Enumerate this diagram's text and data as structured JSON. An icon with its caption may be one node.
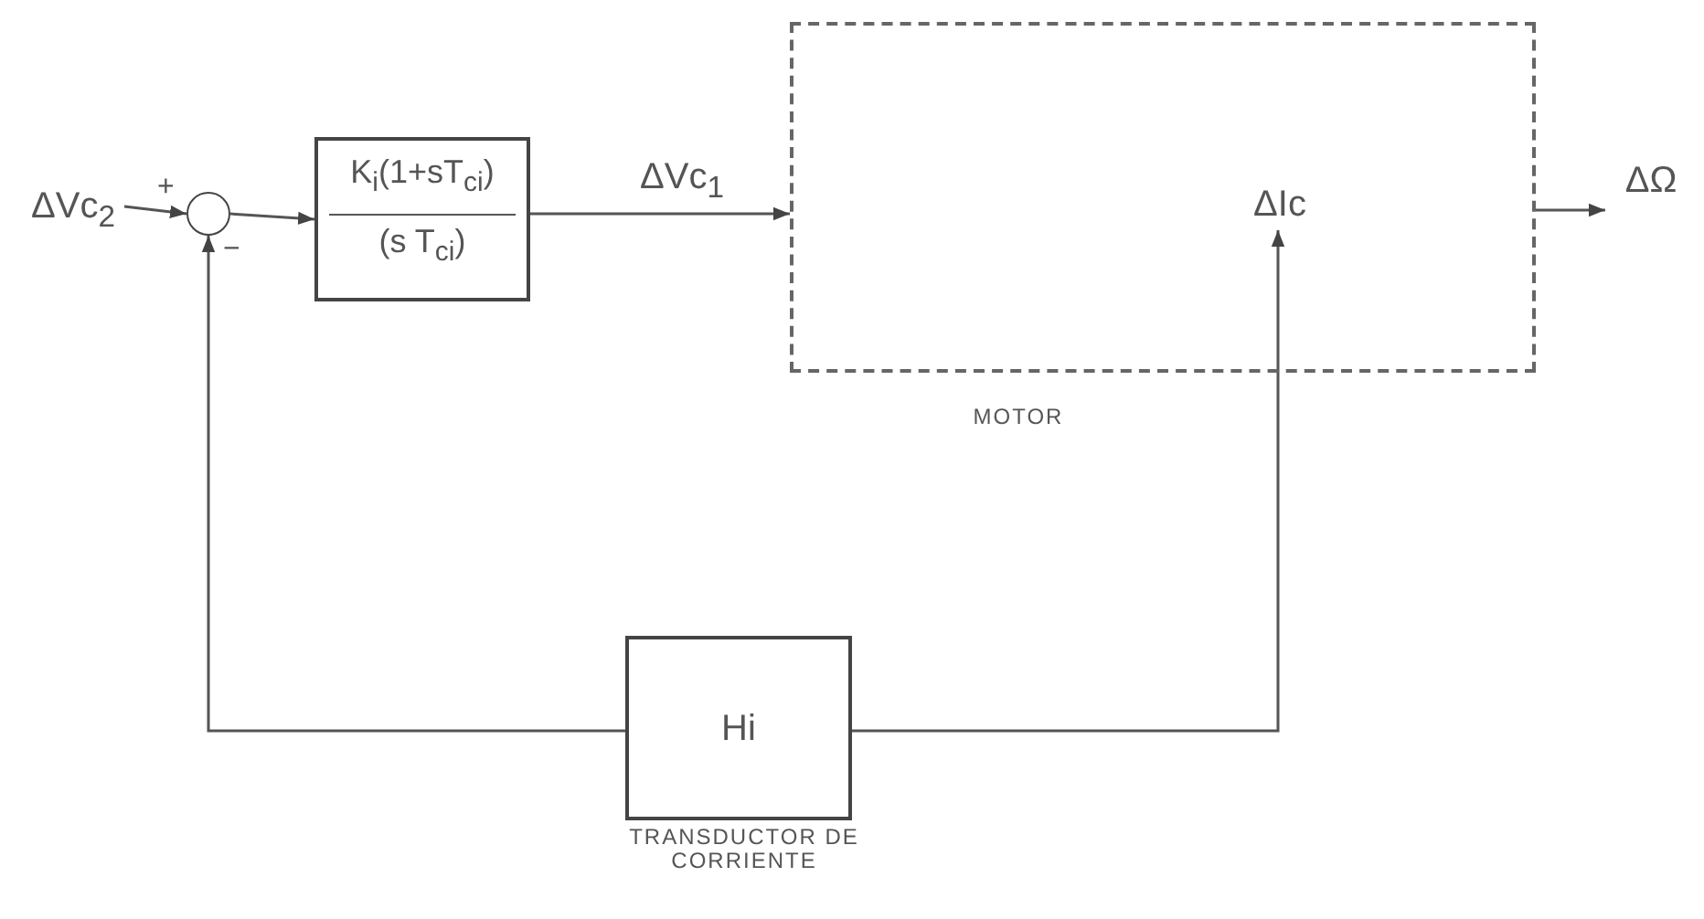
{
  "diagram": {
    "nodes": [
      {
        "text": [
          "ΔVc$_{2}$"
        ]
      },
      {
        "text": [],
        "shape": "circle"
      },
      {
        "text": [
          "K$_{i}$(1+sT$_{ci}$)",
          "(s T$_{ci}$)"
        ]
      },
      {
        "text": [],
        "shape": "box",
        "beside": [
          "MOTOR"
        ]
      },
      {
        "text": [
          "ΔIc"
        ],
        "in": 3
      },
      {
        "text": [
          "ΔΩ"
        ]
      },
      {
        "text": [
          "Hi"
        ],
        "beside": [
          "TRANSDUCTOR DE CORRIENTE"
        ]
      }
    ],
    "edges": [
      {
        "from": 0,
        "to": 1,
        "arrow": "to"
      },
      {
        "from": 1,
        "to": 2,
        "arrow": "to"
      },
      {
        "from": 2,
        "to": 3,
        "arrow": "to",
        "label": "ΔVc$_{1}$"
      },
      {
        "from": 3,
        "to": 5,
        "arrow": "to"
      },
      {
        "from": 6,
        "to": 4,
        "arrow": "to"
      },
      {
        "from": 6,
        "to": 1,
        "arrow": "to"
      }
    ],
    "labels": [
      "+",
      "−"
    ]
  }
}
